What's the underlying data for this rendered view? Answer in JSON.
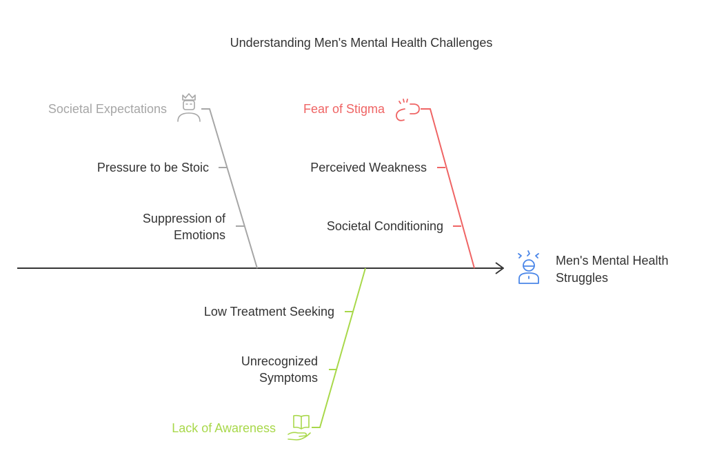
{
  "title": "Understanding Men's Mental Health Challenges",
  "effect": {
    "label_line1": "Men's Mental Health",
    "label_line2": "Struggles",
    "icon": "stressed-person-icon",
    "color": "#4a86e8"
  },
  "spine_color": "#333333",
  "categories": {
    "societal": {
      "label": "Societal Expectations",
      "icon": "crowned-person-icon",
      "color": "#a6a6a6",
      "causes": [
        "Pressure to be Stoic",
        "Suppression of Emotions"
      ]
    },
    "stigma": {
      "label": "Fear of Stigma",
      "icon": "broken-link-icon",
      "color": "#ef6464",
      "causes": [
        "Perceived Weakness",
        "Societal Conditioning"
      ]
    },
    "awareness": {
      "label": "Lack of Awareness",
      "icon": "book-in-hand-icon",
      "color": "#a8d84a",
      "causes": [
        "Low Treatment Seeking",
        "Unrecognized Symptoms"
      ]
    }
  }
}
